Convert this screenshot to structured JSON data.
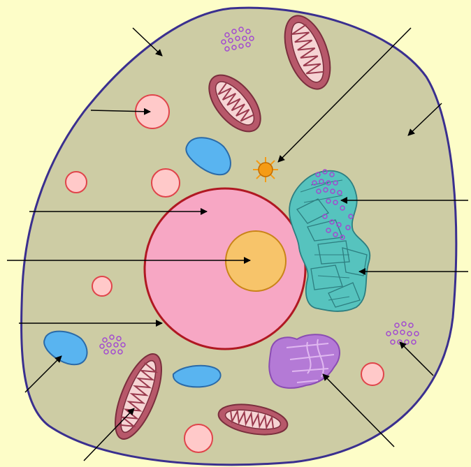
{
  "diagram": {
    "subject": "animal-cell",
    "labels_visible": false,
    "colors": {
      "background": "#fdfdc8",
      "cytoplasm": "#cdcca4",
      "cell_membrane": "#3a2f8f",
      "nucleus": "#f7a7c4",
      "nuclear_envelope": "#b01822",
      "nucleolus": "#f7c46a",
      "mitochondria": "#b7586a",
      "vacuole": "#59b4f0",
      "vesicle": "#ffc9c9",
      "golgi": "#b47ad6",
      "endoplasmic_reticulum": "#56c3be",
      "ribosomes": "#a24ad0",
      "centrosome": "#f59b15",
      "pointer": "#000000"
    },
    "structures": [
      "cell-membrane",
      "cytoplasm",
      "nucleus",
      "nucleolus",
      "nuclear-envelope",
      "mitochondrion",
      "vacuole",
      "vesicle",
      "ribosome",
      "endoplasmic-reticulum",
      "golgi-apparatus",
      "centrosome"
    ]
  }
}
